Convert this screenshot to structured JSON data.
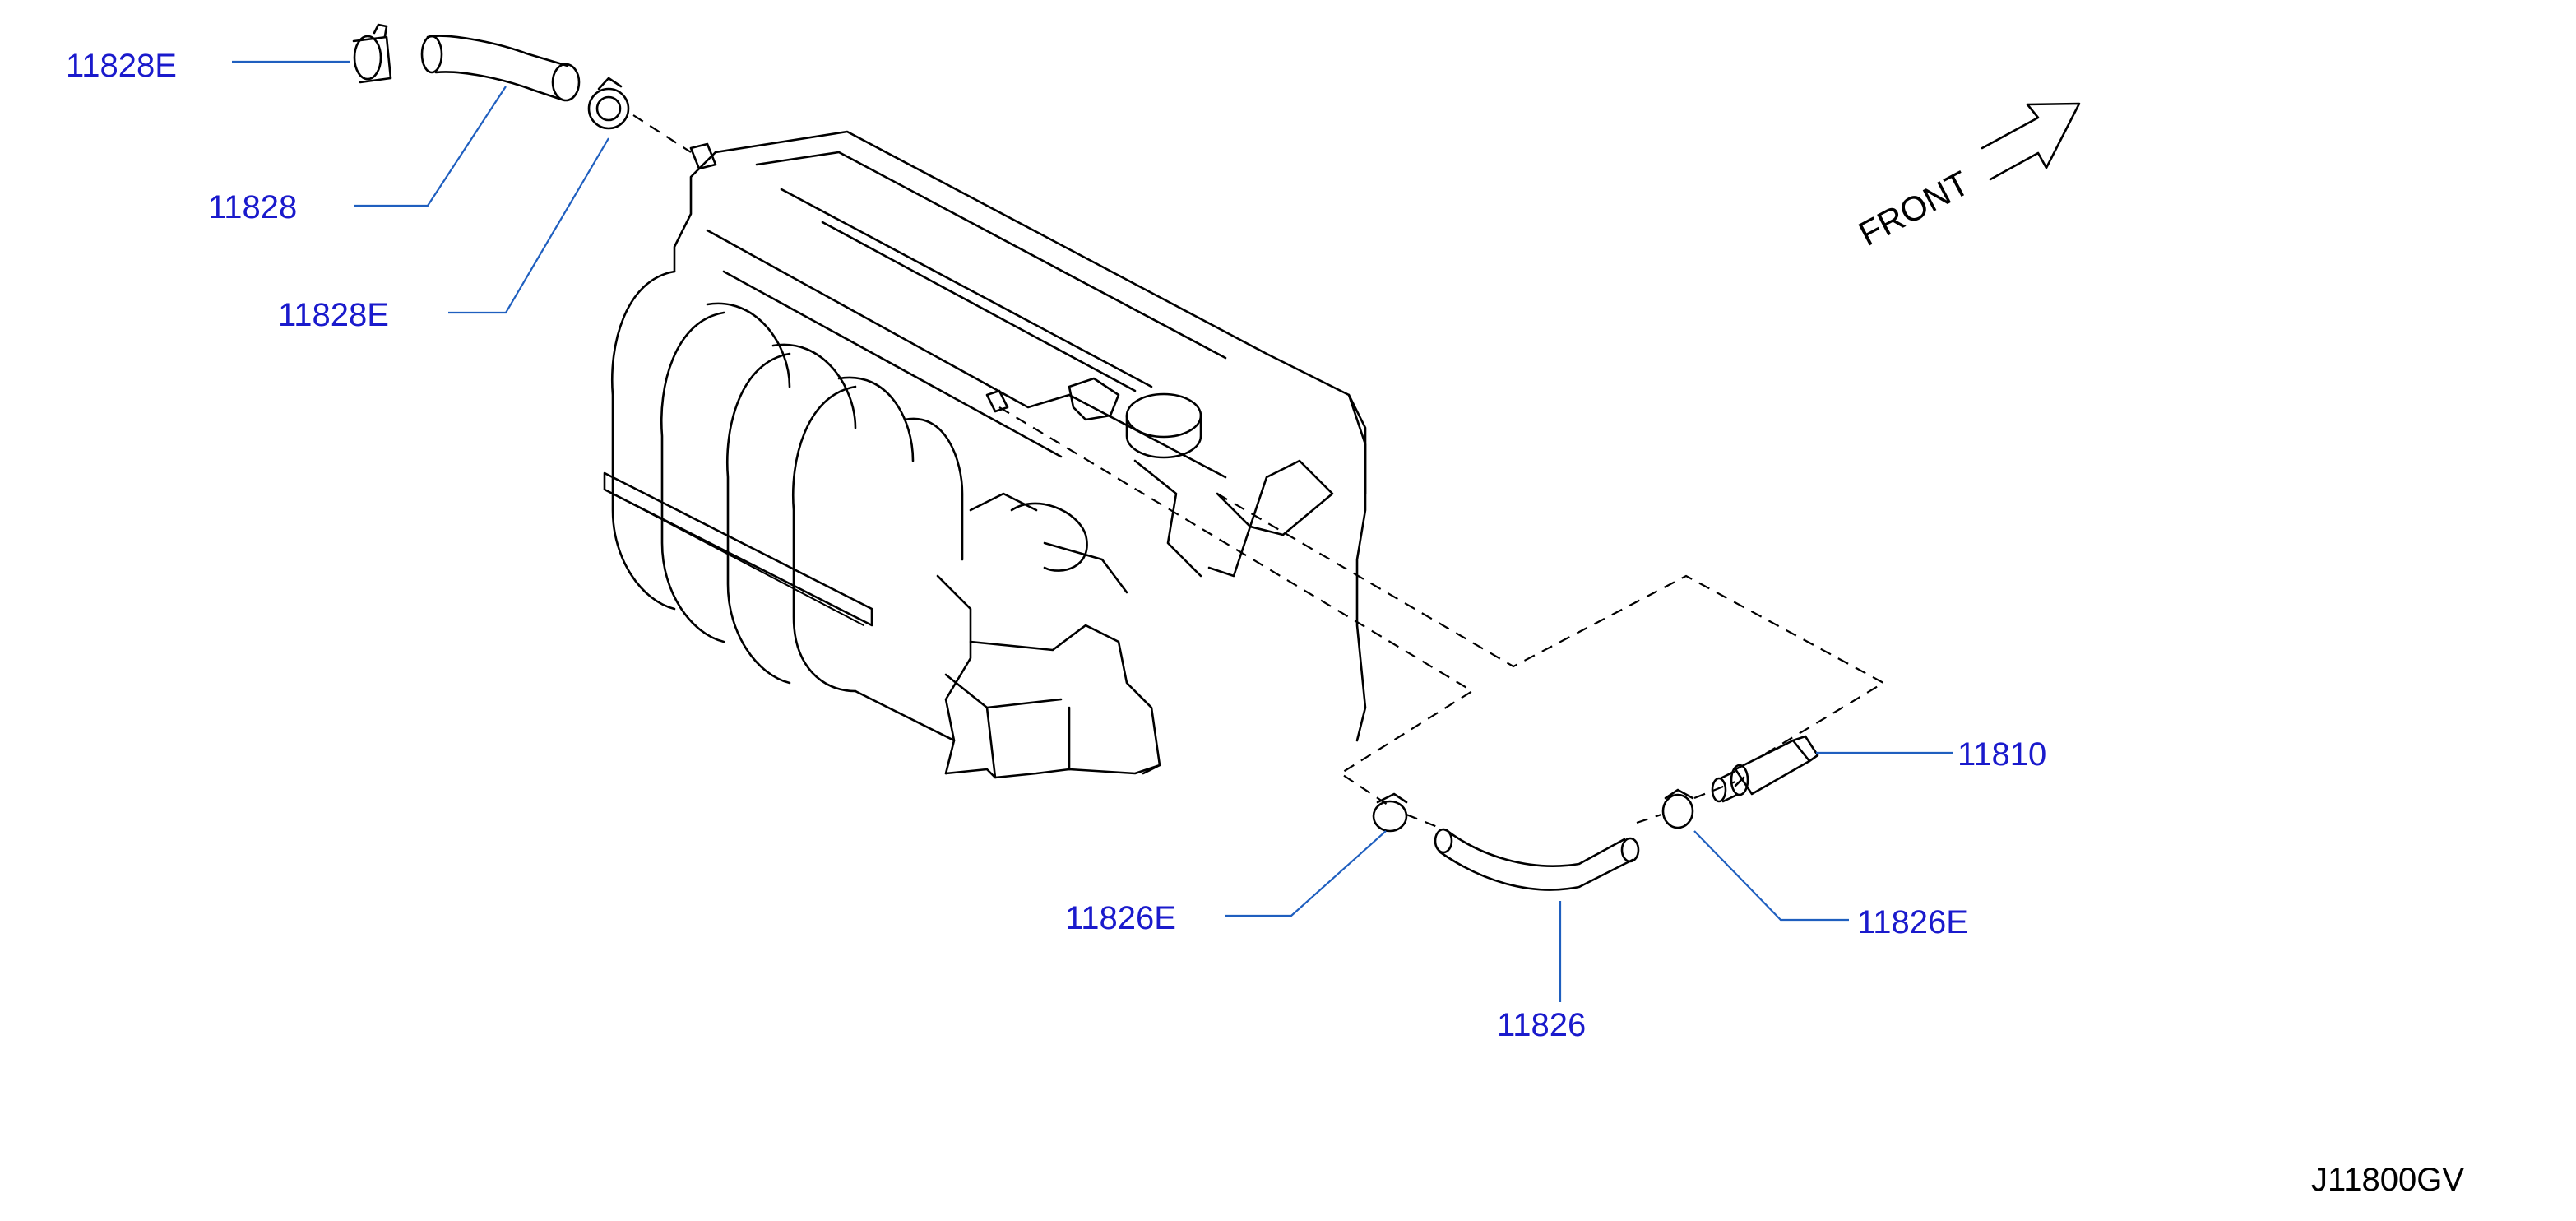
{
  "diagram": {
    "colors": {
      "label": "#1a1acc",
      "line": "#000000",
      "leader": "#1f5fbf"
    },
    "callouts": [
      {
        "id": "11828E-top",
        "label": "11828E"
      },
      {
        "id": "11828",
        "label": "11828"
      },
      {
        "id": "11828E-mid",
        "label": "11828E"
      },
      {
        "id": "11810",
        "label": "11810"
      },
      {
        "id": "11826E-left",
        "label": "11826E"
      },
      {
        "id": "11826E-right",
        "label": "11826E"
      },
      {
        "id": "11826",
        "label": "11826"
      }
    ],
    "front_label": "FRONT",
    "diagram_code": "J11800GV"
  }
}
